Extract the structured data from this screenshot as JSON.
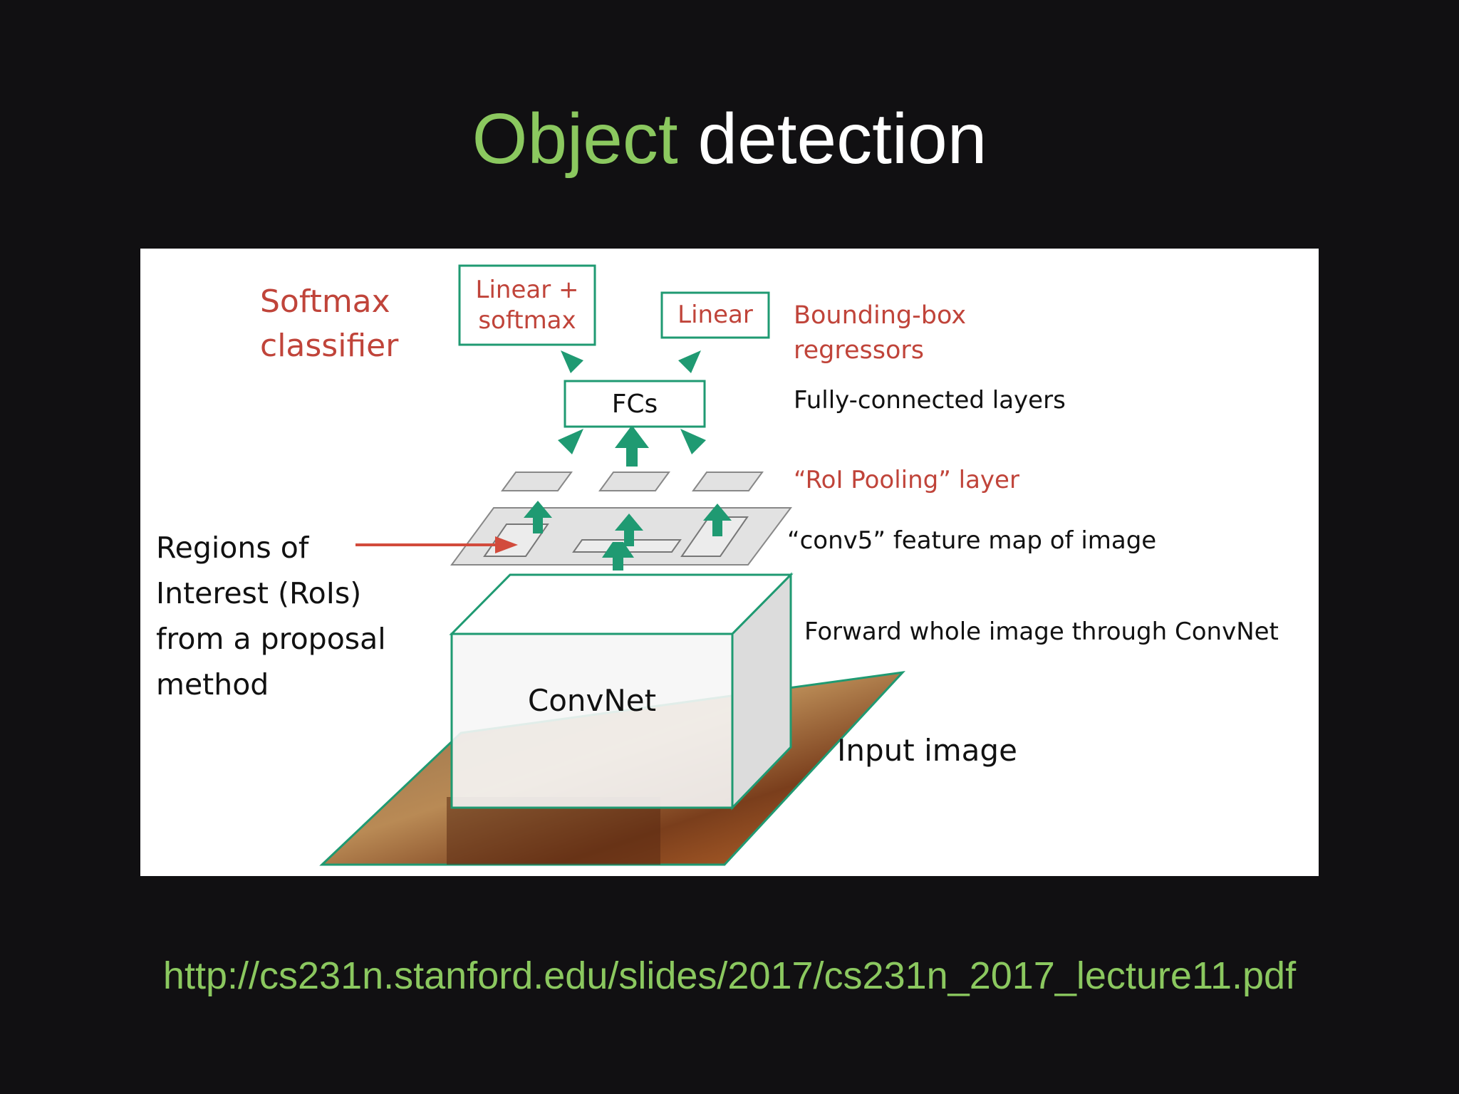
{
  "title": {
    "accent": "Object",
    "rest": "detection"
  },
  "diagram": {
    "softmax_classifier": "Softmax classifier",
    "softmax_line1": "Softmax",
    "softmax_line2": "classifier",
    "linear_softmax_line1": "Linear +",
    "linear_softmax_line2": "softmax",
    "linear": "Linear",
    "bbox_line1": "Bounding-box",
    "bbox_line2": "regressors",
    "fcs": "FCs",
    "fully_connected": "Fully-connected layers",
    "roi_pooling": "“RoI Pooling” layer",
    "conv5": "“conv5” feature map of image",
    "forward": "Forward whole image through ConvNet",
    "convnet": "ConvNet",
    "input_image": "Input image",
    "rois_line1": "Regions of",
    "rois_line2": "Interest (RoIs)",
    "rois_line3": "from a proposal",
    "rois_line4": "method"
  },
  "colors": {
    "accent_green": "#8bc85f",
    "arrow_teal": "#1f9a72",
    "label_red": "#c0443a",
    "background": "#111012"
  },
  "footer": {
    "url": "http://cs231n.stanford.edu/slides/2017/cs231n_2017_lecture11.pdf"
  }
}
